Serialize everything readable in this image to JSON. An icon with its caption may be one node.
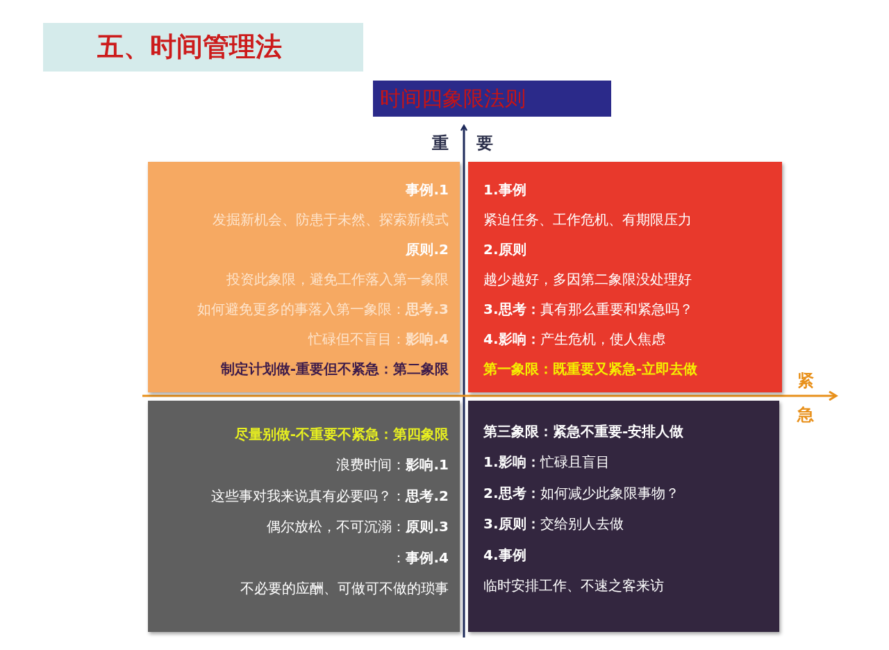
{
  "diagram": {
    "title": "五、时间管理法",
    "nodes": [
      {
        "text": [
          "时间四象限法则"
        ]
      },
      {
        "text": [
          "事例.1",
          "发掘新机会、防患于未然、探索新模式",
          "原则.2",
          "投资此象限，避免工作落入第一象限",
          "如何避免更多的事落入第一象限：**思考.3**",
          "忙碌但不盲目：**影响.4**",
          "制定计划做-重要但不紧急：第二象限"
        ]
      },
      {
        "text": [
          "1.事例",
          "紧迫任务、工作危机、有期限压力",
          "2.原则",
          "越少越好，多因第二象限没处理好",
          "**3.思考：**真有那么重要和紧急吗？",
          "**4.影响：**产生危机，使人焦虑",
          "第一象限：既重要又紧急-立即去做"
        ]
      },
      {
        "text": [
          "尽量别做-不重要不紧急：第四象限",
          "浪费时间：**影响.1**",
          "这些事对我来说真有必要吗？：**思考.2**",
          "偶尔放松，不可沉溺：**原则.3**",
          "：**事例.4**",
          "不必要的应酬、可做可不做的琐事"
        ]
      },
      {
        "text": [
          "第三象限：紧急不重要-安排人做",
          "**1.影响：**忙碌且盲目",
          "**2.思考：**如何减少此象限事物？",
          "**3.原则：**交给别人去做",
          "4.事例",
          "临时安排工作、不速之客来访"
        ]
      }
    ],
    "labels": [
      "重",
      "要",
      "紧",
      "急"
    ]
  }
}
